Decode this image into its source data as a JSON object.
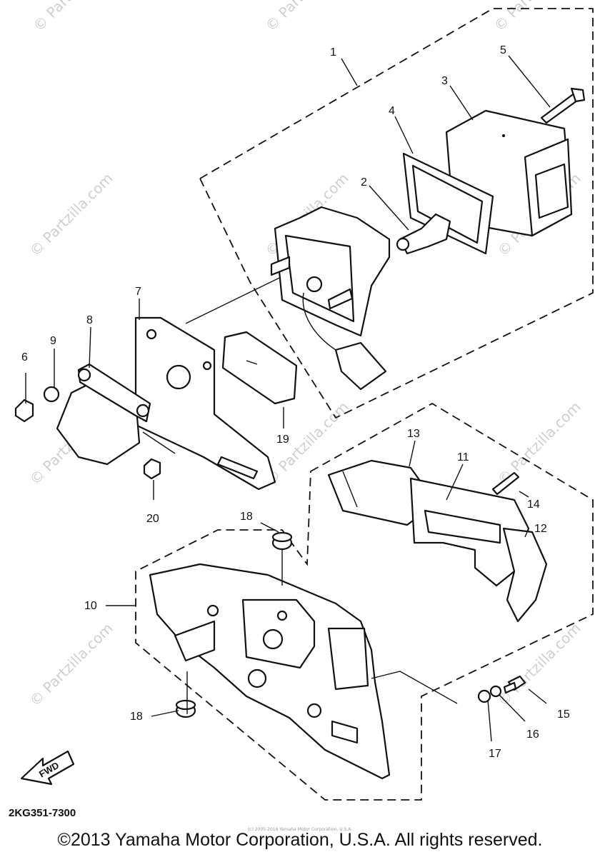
{
  "diagram": {
    "callouts": [
      "1",
      "2",
      "3",
      "4",
      "5",
      "6",
      "7",
      "8",
      "9",
      "10",
      "11",
      "12",
      "13",
      "14",
      "15",
      "16",
      "17",
      "18",
      "18",
      "19",
      "20"
    ],
    "fwd_label": "FWD",
    "part_code": "2KG351-7300",
    "watermark": "© Partzilla.com",
    "small_notice": "(c) 2005-2016 Yamaha Motor Corporation, U.S.A.",
    "copyright": "©2013 Yamaha Motor Corporation, U.S.A. All rights reserved."
  }
}
